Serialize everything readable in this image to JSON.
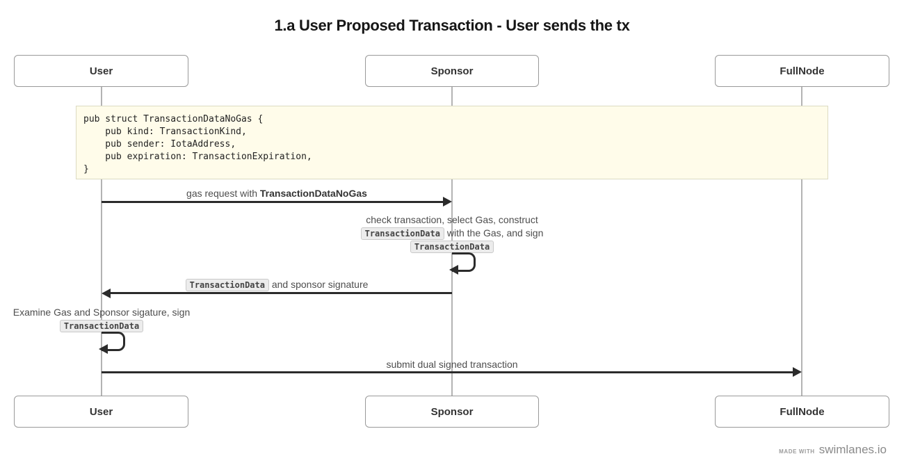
{
  "title": "1.a User Proposed Transaction - User sends the tx",
  "actors": {
    "user": "User",
    "sponsor": "Sponsor",
    "fullnode": "FullNode"
  },
  "code_block": {
    "lines": [
      "pub struct TransactionDataNoGas {",
      "    pub kind: TransactionKind,",
      "    pub sender: IotaAddress,",
      "    pub expiration: TransactionExpiration,",
      "}"
    ]
  },
  "messages": {
    "gas_request": {
      "text": "gas request with ",
      "emphasis": "TransactionDataNoGas"
    },
    "sponsor_note": {
      "line1": "check transaction, select Gas, construct",
      "chip1": "TransactionData",
      "line2": " with the Gas, and sign",
      "chip2": "TransactionData"
    },
    "sponsor_reply": {
      "chip": "TransactionData",
      "text": " and sponsor signature"
    },
    "user_note": {
      "line1": "Examine Gas and Sponsor sigature, sign",
      "chip": "TransactionData"
    },
    "submit": {
      "text": "submit dual signed transaction"
    }
  },
  "footer": {
    "made_with": "MADE WITH",
    "brand": "swimlanes.io"
  },
  "colors": {
    "arrow": "#2b2b2b",
    "lifeline": "#b3b3b3",
    "actor_border": "#999999",
    "note_bg": "#fffcea",
    "note_border": "#dcdac2",
    "label_text": "#4d4d4d",
    "chip_bg": "#ececec",
    "chip_border": "#c9c9c9"
  }
}
